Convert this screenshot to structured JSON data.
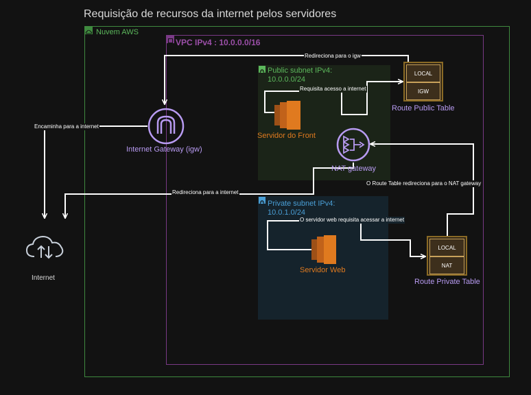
{
  "title": "Requisição de recursos da internet pelos servidores",
  "groups": {
    "cloud": "Nuvem AWS",
    "vpc": "VPC IPv4 : 10.0.0.0/16",
    "public_subnet": [
      "Public subnet IPv4:",
      "10.0.0.0/24"
    ],
    "private_subnet": [
      "Private subnet IPv4:",
      "10.0.1.0/24"
    ]
  },
  "nodes": {
    "igw": "Internet Gateway (igw)",
    "internet": "Internet",
    "front": "Servidor do Front",
    "web": "Servidor Web",
    "nat": "NAT gateway",
    "route_public": "Route Public Table",
    "route_private": "Route Private Table"
  },
  "route_public_rows": [
    "LOCAL",
    "IGW"
  ],
  "route_private_rows": [
    "LOCAL",
    "NAT"
  ],
  "edges": {
    "redirect_igw": "Redireciona para o igw",
    "front_request": "Requisita acesso a internet",
    "forward_internet": "Encaminha para a internet",
    "nat_redirect_internet": "Redireciona para a internet",
    "route_to_nat": "O Route Table redireciona para o NAT gateway",
    "web_request": "O servidor web requisita acessar a internet"
  },
  "colors": {
    "cloud_border": "#3f8a3f",
    "vpc_border": "#7a3a86",
    "public_fill": "#1b2418",
    "private_fill": "#15232c",
    "purple_icon": "#b89bf2",
    "orange": "#e07a1f",
    "green_text": "#5cb85c",
    "blue_text": "#4a9fd6"
  }
}
